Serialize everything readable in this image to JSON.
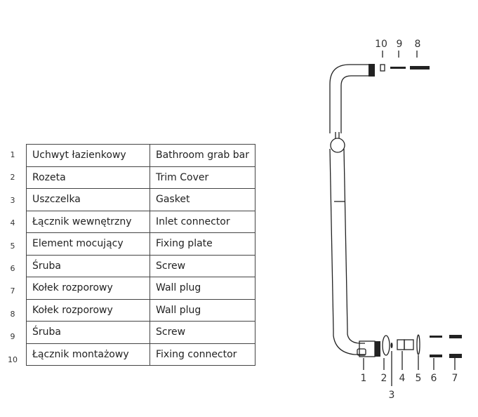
{
  "parts": [
    {
      "no": "1",
      "pl": "Uchwyt łazienkowy",
      "en": "Bathroom grab bar"
    },
    {
      "no": "2",
      "pl": "Rozeta",
      "en": "Trim Cover"
    },
    {
      "no": "3",
      "pl": "Uszczelka",
      "en": "Gasket"
    },
    {
      "no": "4",
      "pl": "Łącznik wewnętrzny",
      "en": "Inlet connector"
    },
    {
      "no": "5",
      "pl": "Element mocujący",
      "en": "Fixing plate"
    },
    {
      "no": "6",
      "pl": "Śruba",
      "en": "Screw"
    },
    {
      "no": "7",
      "pl": "Kołek rozporowy",
      "en": "Wall plug"
    },
    {
      "no": "8",
      "pl": "Kołek rozporowy",
      "en": "Wall plug"
    },
    {
      "no": "9",
      "pl": "Śruba",
      "en": "Screw"
    },
    {
      "no": "10",
      "pl": "Łącznik montażowy",
      "en": "Fixing connector"
    }
  ],
  "diagram": {
    "top_labels": [
      "10",
      "9",
      "8"
    ],
    "bottom_labels": [
      "1",
      "2",
      "3",
      "4",
      "5",
      "6",
      "7"
    ]
  }
}
